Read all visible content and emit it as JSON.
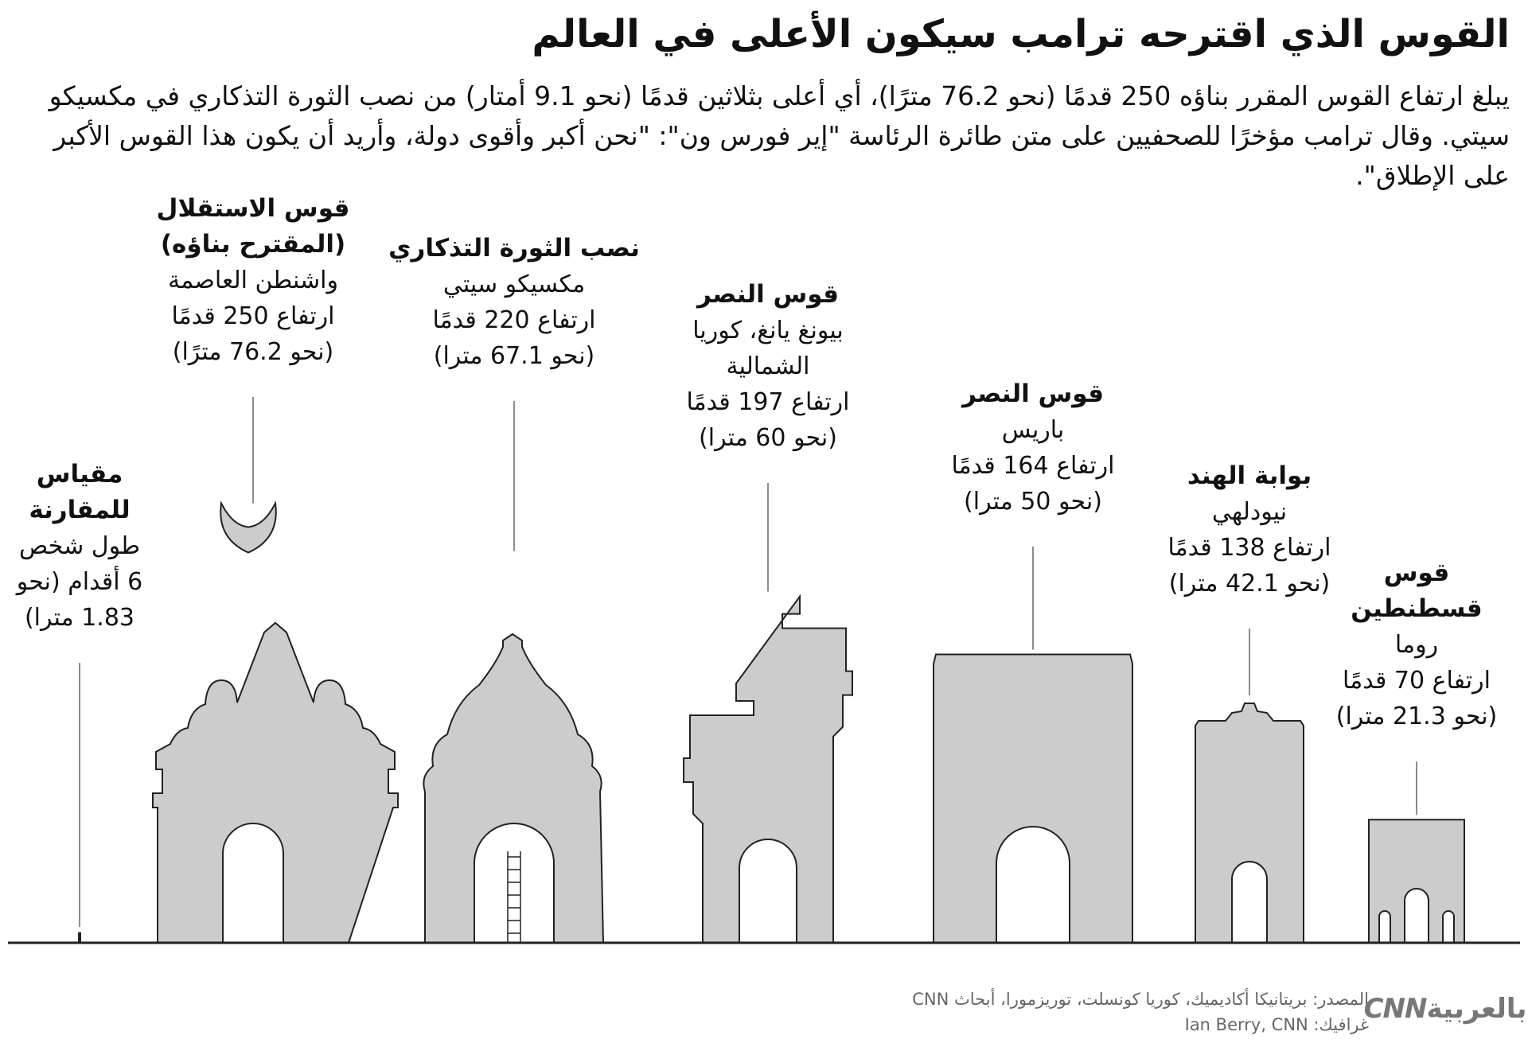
{
  "title": "القوس الذي اقترحه ترامب سيكون الأعلى في العالم",
  "subtitle": "يبلغ ارتفاع القوس المقرر بناؤه 250 قدمًا (نحو 76.2 مترًا)، أي أعلى بثلاثين قدمًا (نحو 9.1 أمتار) من نصب الثورة التذكاري في مكسيكو سيتي. وقال ترامب مؤخرًا للصحفيين على متن طائرة الرئاسة \"إير فورس ون\": \"نحن أكبر وأقوى دولة، وأريد أن يكون هذا القوس الأكبر على الإطلاق\".",
  "chart_data": {
    "type": "bar",
    "value_unit": "feet",
    "ylim": [
      0,
      250
    ],
    "fill_color": "#cccccc",
    "outline_color": "#222222",
    "items": [
      {
        "key": "person",
        "shape": "person",
        "height_ft": 6,
        "lines": [
          "مقياس",
          "للمقارنة",
          "طول شخص",
          "6 أقدام (نحو",
          "1.83 مترا)"
        ]
      },
      {
        "key": "independence",
        "shape": "independence-arch",
        "height_ft": 250,
        "lines": [
          "قوس الاستقلال",
          "(المقترح بناؤه)",
          "واشنطن العاصمة",
          "ارتفاع 250 قدمًا",
          "(نحو 76.2 مترًا)"
        ]
      },
      {
        "key": "revolution",
        "shape": "revolution-monument",
        "height_ft": 220,
        "lines": [
          "نصب الثورة التذكاري",
          "مكسيكو سيتي",
          "ارتفاع 220 قدمًا",
          "(نحو 67.1 مترا)"
        ]
      },
      {
        "key": "pyongyang",
        "shape": "pyongyang-arch",
        "height_ft": 197,
        "lines": [
          "قوس النصر",
          "بيونغ يانغ، كوريا",
          "الشمالية",
          "ارتفاع 197 قدمًا",
          "(نحو 60 مترا)"
        ]
      },
      {
        "key": "paris",
        "shape": "paris-arch",
        "height_ft": 164,
        "lines": [
          "قوس النصر",
          "باريس",
          "ارتفاع 164 قدمًا",
          "(نحو 50 مترا)"
        ]
      },
      {
        "key": "india",
        "shape": "india-gate",
        "height_ft": 138,
        "lines": [
          "بوابة الهند",
          "نيودلهي",
          "ارتفاع 138 قدمًا",
          "(نحو 42.1 مترا)"
        ]
      },
      {
        "key": "constantine",
        "shape": "constantine-arch",
        "height_ft": 70,
        "lines": [
          "قوس",
          "قسطنطين",
          "روما",
          "ارتفاع 70 قدمًا",
          "(نحو 21.3 مترا)"
        ]
      }
    ]
  },
  "footer": {
    "source": "المصدر: بريتانيكا أكاديميك، كوريا كونسلت، توريزمورا، أبحاث CNN",
    "graphic": "غرافيك: Ian Berry, CNN"
  },
  "logo": {
    "arabic": "بالعربية",
    "latin": "CNN"
  }
}
